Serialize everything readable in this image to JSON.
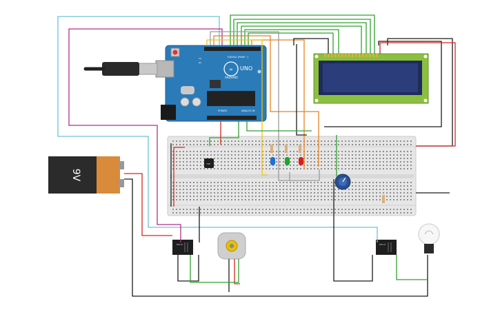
{
  "circuit": {
    "arduino": {
      "brand": "ARDUINO",
      "model": "UNO",
      "digital_label": "DIGITAL (PWM ~)",
      "power_label": "POWER",
      "analog_label": "ANALOG IN",
      "tx_label": "TX",
      "rx_label": "RX"
    },
    "battery": {
      "label": "9V"
    },
    "transistor": {
      "label": "TMP"
    },
    "relay_left": {
      "label": "RELAY"
    },
    "relay_right": {
      "label": "RELAY"
    },
    "lcd": {
      "pins": 16
    },
    "leds": [
      {
        "name": "blue-led",
        "color": "#1e6fd6"
      },
      {
        "name": "green-led",
        "color": "#1fa32a"
      },
      {
        "name": "red-led",
        "color": "#d41f1f"
      }
    ]
  },
  "colors": {
    "wire_black": "#1b1b1b",
    "wire_red": "#d6261f",
    "wire_green": "#2ea12e",
    "wire_cyan": "#6cc4d4",
    "wire_magenta": "#b02f83",
    "wire_orange": "#e8821c",
    "wire_yellow": "#f2c40f",
    "wire_gray": "#9a9a9a",
    "board_blue": "#2a7bb8",
    "breadboard": "#e6e6e6",
    "lcd_green": "#8cbf3f",
    "lcd_screen": "#2b3d7a"
  }
}
